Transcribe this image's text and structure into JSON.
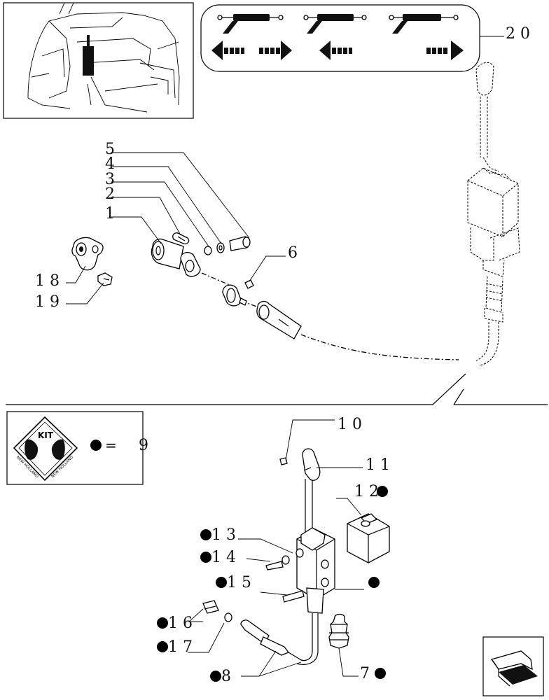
{
  "callouts": {
    "c1": "1",
    "c2": "2",
    "c3": "3",
    "c4": "4",
    "c5": "5",
    "c6": "6",
    "c7": "7",
    "c8": "8",
    "c9": "9",
    "c10": "10",
    "c11": "11",
    "c12": "12",
    "c13": "13",
    "c14": "14",
    "c15": "15",
    "c16": "16",
    "c17": "17",
    "c18": "18",
    "c19": "19",
    "c20": "20"
  },
  "kit": {
    "badge": "KIT",
    "brand": "NEW HOLLAND",
    "equals": "="
  },
  "icons": {
    "thumbnail": "tractor-cab-thumbnail",
    "nav": "next-page-arrow-icon",
    "marker": "kit-part-dot-icon"
  }
}
